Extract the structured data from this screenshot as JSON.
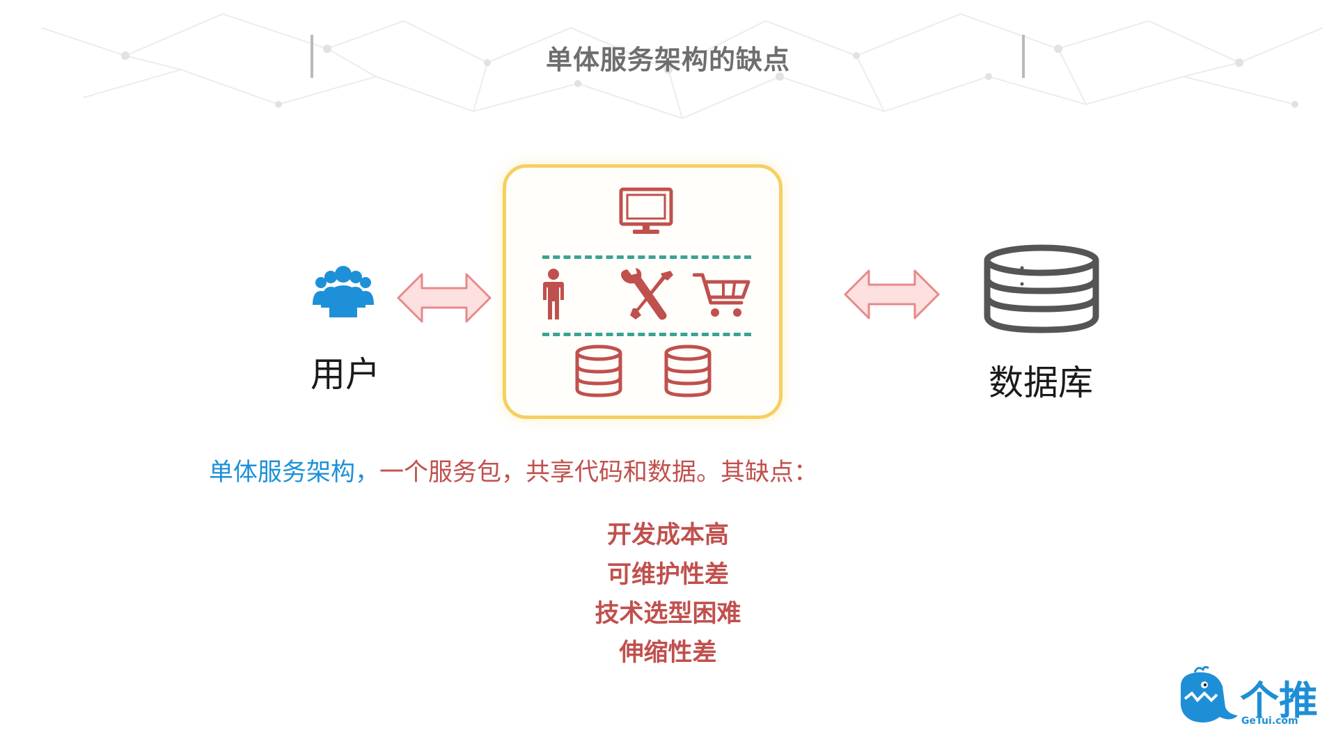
{
  "slide": {
    "title": "单体服务架构的缺点"
  },
  "diagram": {
    "user_label": "用户",
    "database_label": "数据库"
  },
  "description": {
    "prefix": "单体服务架构，",
    "rest": "一个服务包，共享代码和数据。其缺点："
  },
  "drawbacks": [
    "开发成本高",
    "可维护性差",
    "技术选型困难",
    "伸缩性差"
  ],
  "logo": {
    "text": "个推",
    "subtext": "GeTui.com"
  },
  "colors": {
    "title": "#6e6e6e",
    "blue": "#1e90d8",
    "red": "#c0504d",
    "box_border": "#f5d060",
    "dash": "#3aa394",
    "arrow_fill": "#fde0e0",
    "arrow_stroke": "#e58a88"
  },
  "icons": [
    "users-icon",
    "double-arrow-icon",
    "monitor-icon",
    "person-icon",
    "tools-icon",
    "cart-icon",
    "database-icon",
    "logo-icon"
  ]
}
